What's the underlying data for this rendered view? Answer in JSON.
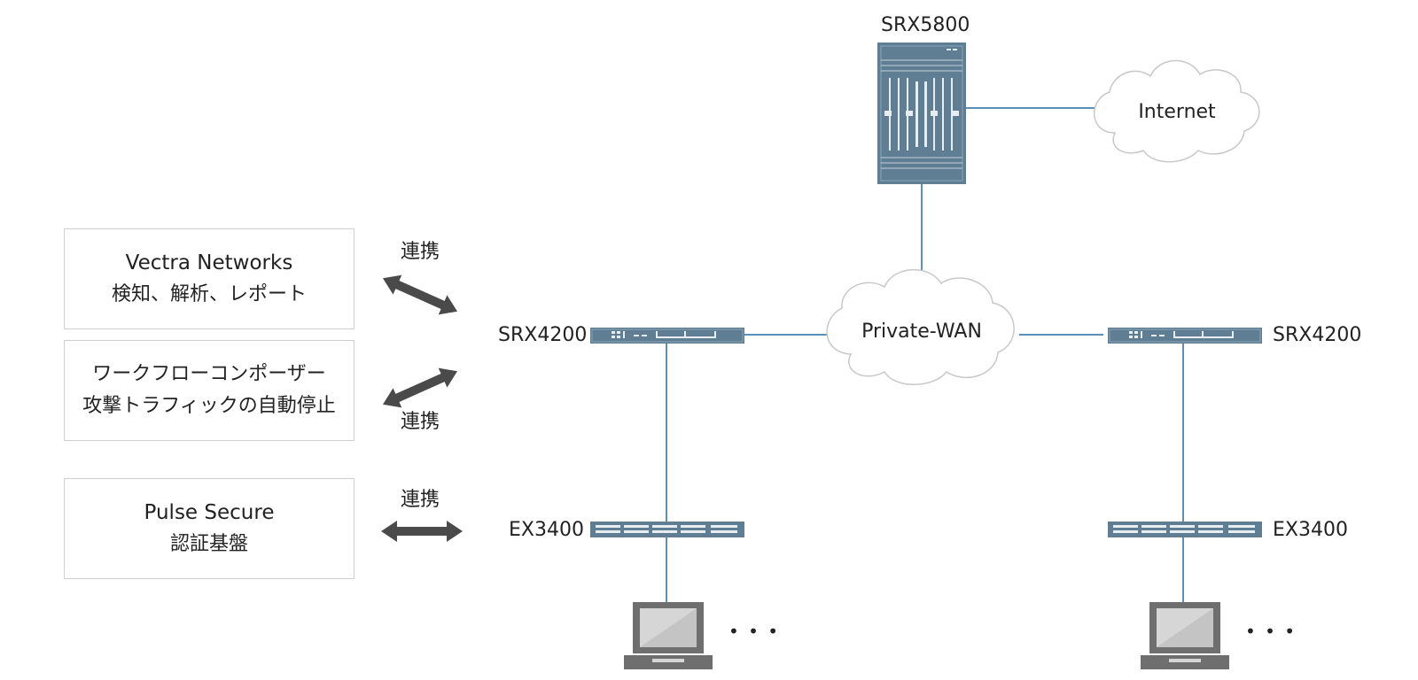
{
  "partners": [
    {
      "line1": "Vectra Networks",
      "line2": "検知、解析、レポート"
    },
    {
      "line1": "ワークフローコンポーザー",
      "line2": "攻撃トラフィックの自動停止"
    },
    {
      "line1": "Pulse Secure",
      "line2": "認証基盤"
    }
  ],
  "link_labels": [
    "連携",
    "連携",
    "連携"
  ],
  "devices": {
    "core_firewall": "SRX5800",
    "left_firewall": "SRX4200",
    "right_firewall": "SRX4200",
    "left_switch": "EX3400",
    "right_switch": "EX3400"
  },
  "clouds": {
    "internet": "Internet",
    "wan": "Private-WAN"
  },
  "more_indicator": "• • •",
  "colors": {
    "link": "#5b8fb6",
    "device_fill": "#5f7e93",
    "arrow": "#4a4a4a",
    "cloud_stroke": "#c8c8c8",
    "laptop": "#6f6f6f"
  }
}
